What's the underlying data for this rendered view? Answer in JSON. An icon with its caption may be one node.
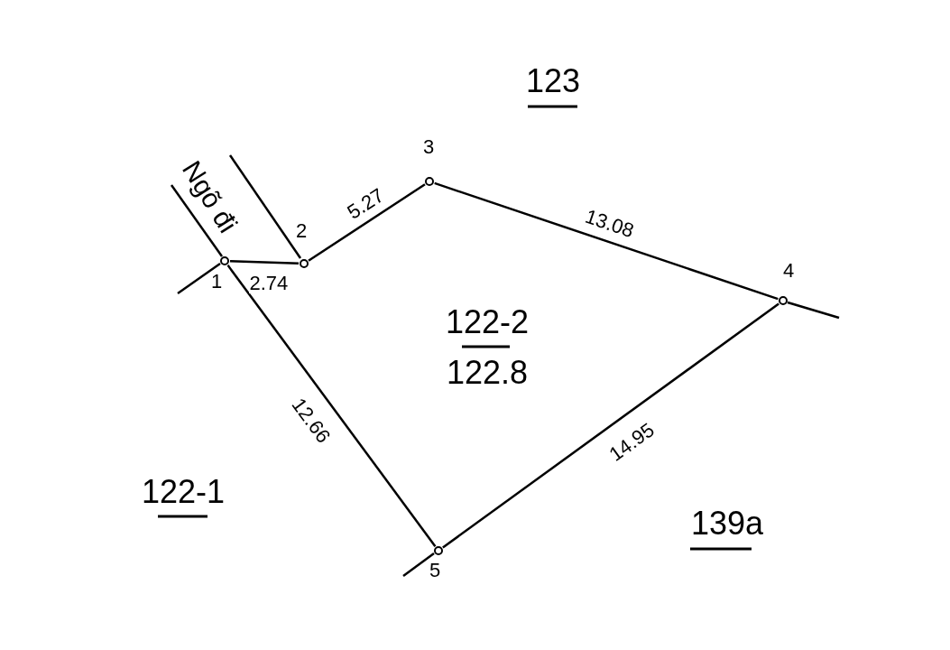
{
  "diagram": {
    "nodes": [
      {
        "text": [],
        "shape": "circle",
        "beside": [
          "1"
        ]
      },
      {
        "text": [],
        "shape": "circle",
        "beside": [
          "2"
        ]
      },
      {
        "text": [],
        "shape": "circle",
        "beside": [
          "3"
        ]
      },
      {
        "text": [],
        "shape": "circle",
        "beside": [
          "4"
        ]
      },
      {
        "text": [],
        "shape": "circle",
        "beside": [
          "5"
        ]
      }
    ],
    "edges": [
      {
        "from": 0,
        "to": 1,
        "arrow": "none",
        "label": "2.74"
      },
      {
        "from": 1,
        "to": 2,
        "arrow": "none",
        "label": "5.27"
      },
      {
        "from": 2,
        "to": 3,
        "arrow": "none",
        "label": "13.08"
      },
      {
        "from": 3,
        "to": 4,
        "arrow": "none",
        "label": "14.95"
      },
      {
        "from": 4,
        "to": 0,
        "arrow": "none",
        "label": "12.66"
      }
    ],
    "labels": [
      "123",
      "Ngõ đi",
      "122-2",
      "122.8",
      "122-1",
      "139a"
    ]
  }
}
